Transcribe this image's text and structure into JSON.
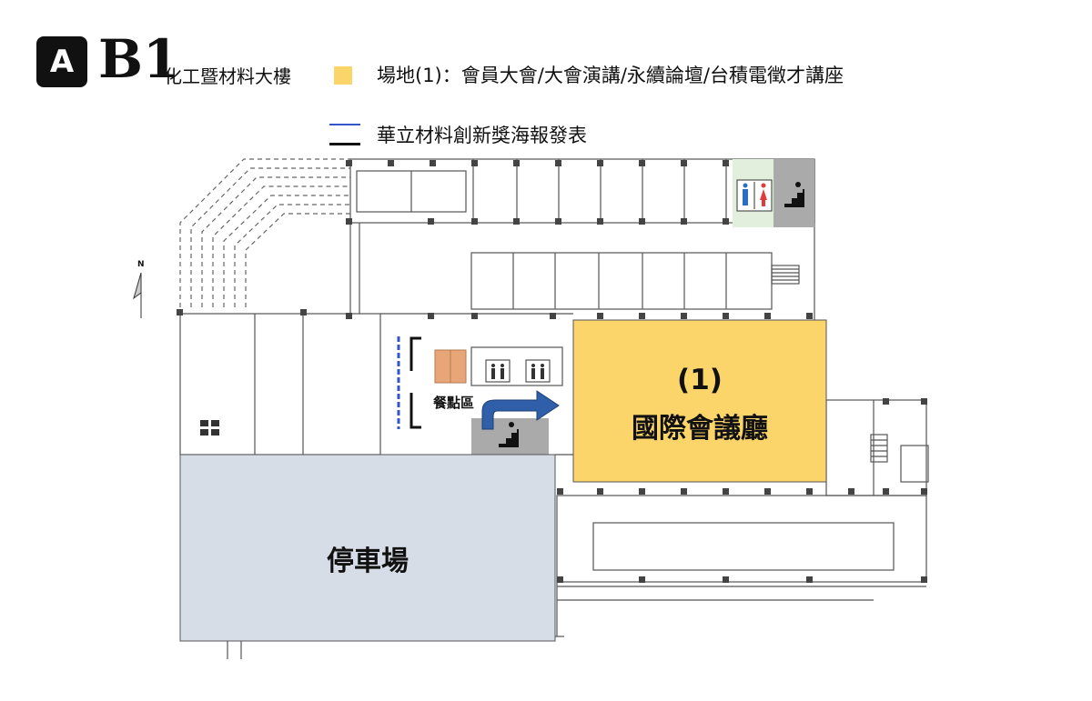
{
  "header": {
    "zone_badge": "A",
    "floor": "B1",
    "building": "化工暨材料大樓"
  },
  "legend": {
    "venue_color": "#fcd56a",
    "venue_text": "場地(1)：會員大會/大會演講/永續論壇/台積電徵才講座",
    "poster_color": "#3456c8",
    "poster_text": "華立材料創新獎海報發表"
  },
  "map": {
    "north_label": "N",
    "hall": {
      "number": "(1)",
      "name": "國際會議廳",
      "color": "#fcd56a"
    },
    "parking": {
      "name": "停車場",
      "color": "#d6dde6"
    },
    "snack": {
      "label": "餐點區",
      "color": "#e8a578"
    },
    "route_arrow_color": "#2f5fa8",
    "restroom_color": "#e3efdd",
    "stairs_color": "#aaaaaa"
  }
}
